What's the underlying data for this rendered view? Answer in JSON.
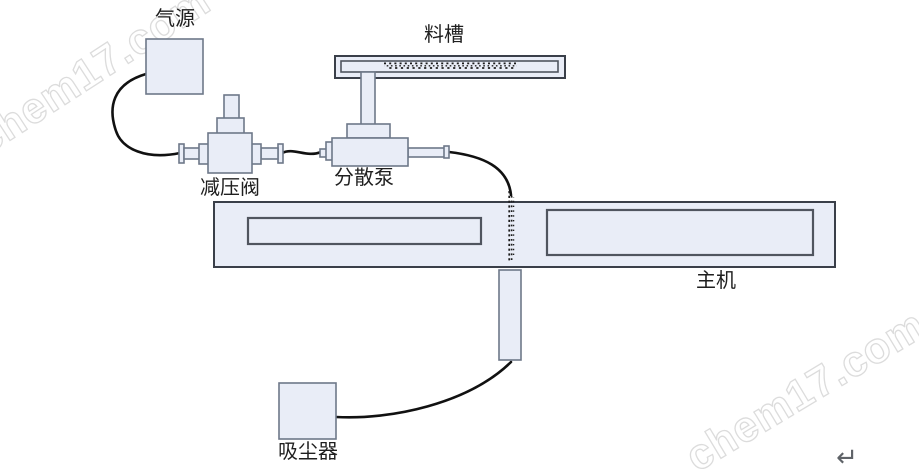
{
  "diagram": {
    "title_hint": "pneumatic powder feeding system schematic",
    "labels": {
      "air_source": "气源",
      "trough": "料槽",
      "valve": "减压阀",
      "pump": "分散泵",
      "machine": "主机",
      "vacuum": "吸尘器"
    },
    "watermark_text": "chem17.com",
    "return_symbol": "↵",
    "colors": {
      "box_fill": "#e9edf7",
      "box_border": "#6e7889",
      "strong_border": "#3a3f49",
      "inner_border": "#50555f",
      "hose": "#111111",
      "particle": "#1c1c1c",
      "watermark_color": "#dcdcdc",
      "label_color": "#1f1f1f",
      "return_color": "#5f6368"
    }
  }
}
